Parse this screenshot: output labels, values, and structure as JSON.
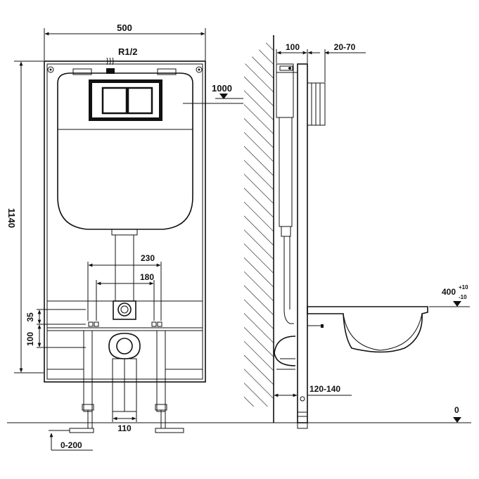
{
  "front_view": {
    "width_label": "500",
    "inlet_label": "R1/2",
    "height_label": "1140",
    "bolt_spacing_outer_label": "230",
    "bolt_spacing_inner_label": "180",
    "offset_35_label": "35",
    "offset_100_label": "100",
    "drain_width_label": "110",
    "leg_adjust_label": "0-200"
  },
  "side_view": {
    "depth_label": "100",
    "button_depth_label": "20-70",
    "flush_height_label": "1000",
    "pan_height_label": "400",
    "pan_height_tolerance_plus": "+10",
    "pan_height_tolerance_minus": "-10",
    "drain_offset_label": "120-140",
    "floor_level_label": "0"
  }
}
